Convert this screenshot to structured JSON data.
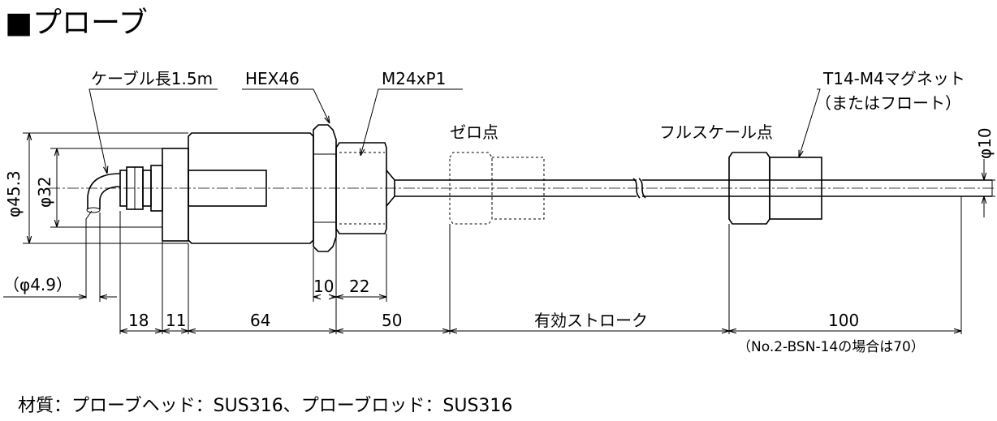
{
  "title": "■プローブ",
  "labels": {
    "cable": "ケーブル長1.5m",
    "hex": "HEX46",
    "thread": "M24xP1",
    "zero_point": "ゼロ点",
    "full_scale_point": "フルスケール点",
    "magnet_line1": "T14-M4マグネット",
    "magnet_line2": "（またはフロート）",
    "dia_rod": "φ10",
    "dia_body": "φ45.3",
    "dia_flange": "φ32",
    "dia_cable": "（φ4.9）"
  },
  "dimensions": {
    "d18": "18",
    "d11": "11",
    "d64": "64",
    "d10": "10",
    "d22": "22",
    "d50": "50",
    "stroke": "有効ストローク",
    "d100": "100",
    "d100_note": "（No.2-BSN-14の場合は70）"
  },
  "material": "材質：プローブヘッド：SUS316、プローブロッド：SUS316"
}
